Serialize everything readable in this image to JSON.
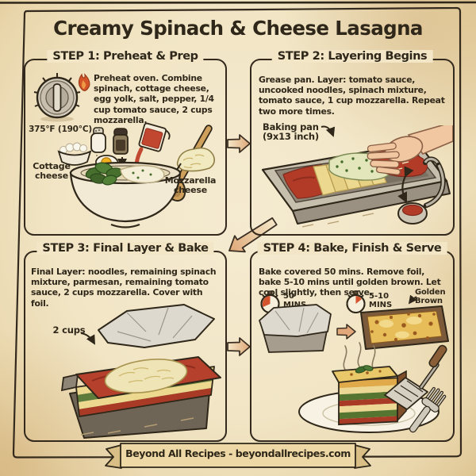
{
  "page": {
    "title": "Creamy Spinach & Cheese Lasagna",
    "footer": "Beyond All Recipes - beyondallrecipes.com"
  },
  "colors": {
    "parchment": "#f1e5c5",
    "ink": "#2f2719",
    "sauce_red": "#b23b28",
    "spinach_green": "#4b7434",
    "noodle_yellow": "#ecd98f",
    "cheese_gold": "#e6bd58",
    "arrow_tan": "#e2a87a",
    "flame_orange": "#d4542a",
    "timer_orange": "#d3542e",
    "foil_gray": "#ddd9cf",
    "banner_fill": "#eed9a6"
  },
  "steps": [
    {
      "title": "STEP 1: Preheat & Prep",
      "body": "Preheat oven. Combine spinach, cottage cheese, egg yolk, salt, pepper, 1/4 cup tomato sauce, 2 cups mozzarella.",
      "labels": {
        "temperature": "375°F (190°C)",
        "cottage_1": "Cottage",
        "cottage_2": "cheese",
        "mozzarella_1": "Mozzarella",
        "mozzarella_2": "cheese"
      }
    },
    {
      "title": "STEP 2: Layering Begins",
      "body": "Grease pan. Layer: tomato sauce, uncooked noodles, spinach mixture, tomato sauce, 1 cup mozzarella. Repeat two more times.",
      "labels": {
        "pan_1": "Baking pan",
        "pan_2": "(9x13 inch)"
      }
    },
    {
      "title": "STEP 3: Final Layer & Bake",
      "body": "Final Layer: noodles, remaining spinach mixture, parmesan, remaining tomato sauce, 2 cups mozzarella. Cover with foil.",
      "labels": {
        "cups": "2 cups"
      }
    },
    {
      "title": "STEP 4: Bake, Finish & Serve",
      "body": "Bake covered 50 mins. Remove foil, bake 5-10 mins until golden brown. Let cool slightly, then serve.",
      "labels": {
        "timer1_value": "50",
        "timer1_unit": "MINS",
        "timer2_value": "5-10",
        "timer2_unit": "MINS",
        "golden_1": "Golden",
        "golden_2": "Brown"
      }
    }
  ]
}
